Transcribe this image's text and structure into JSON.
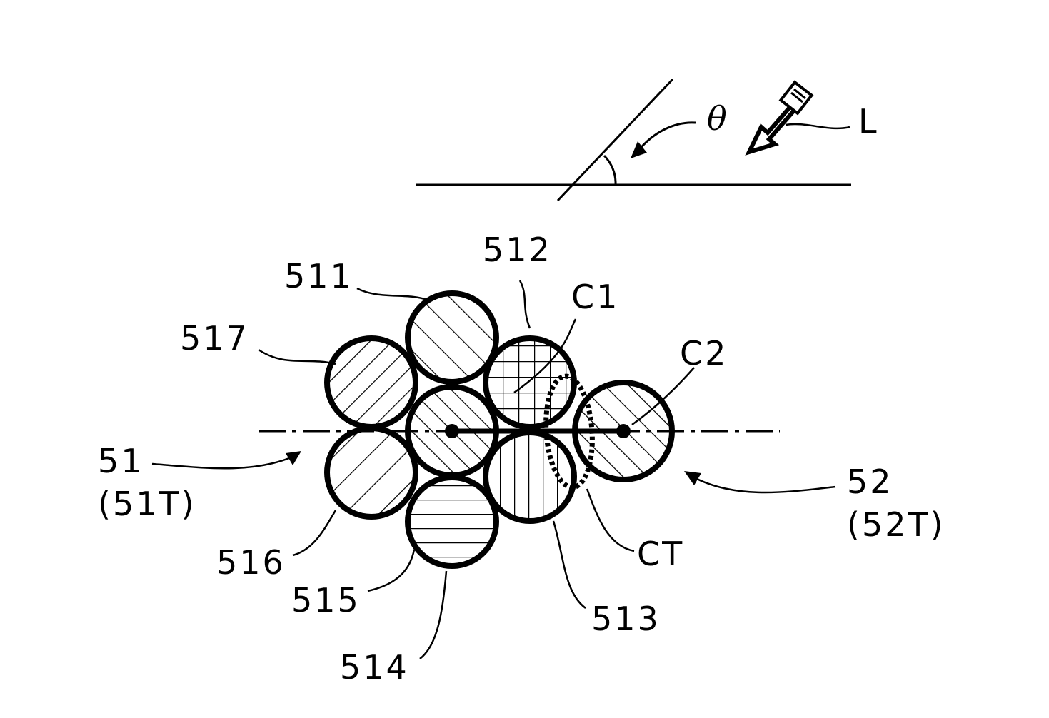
{
  "labels": {
    "theta": "θ",
    "light": "L",
    "wire_511": "511",
    "wire_512": "512",
    "wire_513": "513",
    "wire_514": "514",
    "wire_515": "515",
    "wire_516": "516",
    "wire_517": "517",
    "center_c1": "C1",
    "center_c2": "C2",
    "contact_ct": "CT",
    "conductor_51": "51",
    "conductor_51_sub": "(51T)",
    "conductor_52": "52",
    "conductor_52_sub": "(52T)"
  }
}
